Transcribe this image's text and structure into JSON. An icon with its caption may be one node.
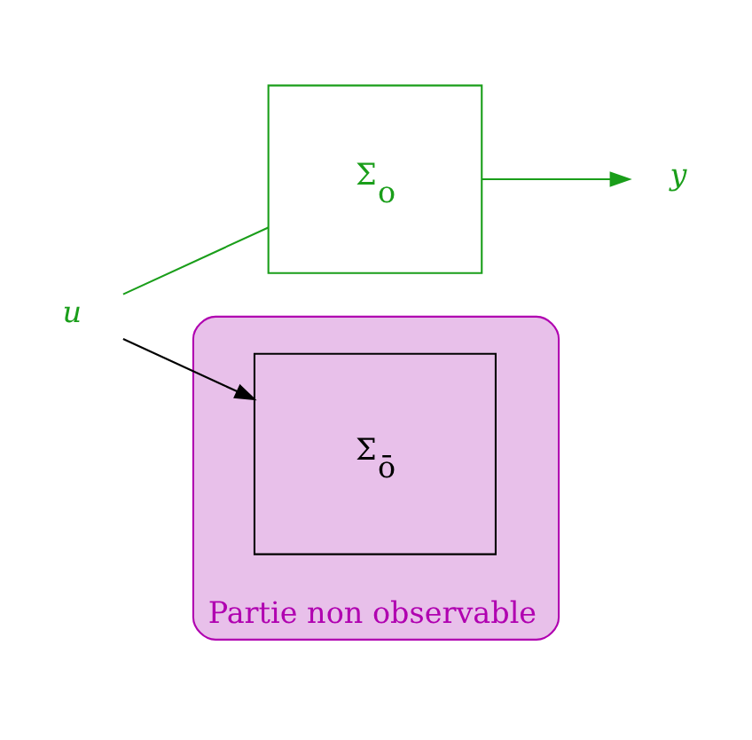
{
  "diagram": {
    "nodes": [
      {
        "text": [
          "u"
        ]
      },
      {
        "text": [
          "Σ$_{o}$"
        ]
      },
      {
        "text": [
          "y"
        ]
      },
      {
        "text": [
          "Partie non observable"
        ]
      },
      {
        "text": [
          "Σ$_{ō}$"
        ],
        "in": 3
      }
    ],
    "edges": [
      {
        "from": 0,
        "to": 1,
        "arrow": "none"
      },
      {
        "from": 1,
        "to": 2,
        "arrow": "to"
      },
      {
        "from": 0,
        "to": 4,
        "arrow": "to",
        "color": "#000000"
      }
    ]
  }
}
